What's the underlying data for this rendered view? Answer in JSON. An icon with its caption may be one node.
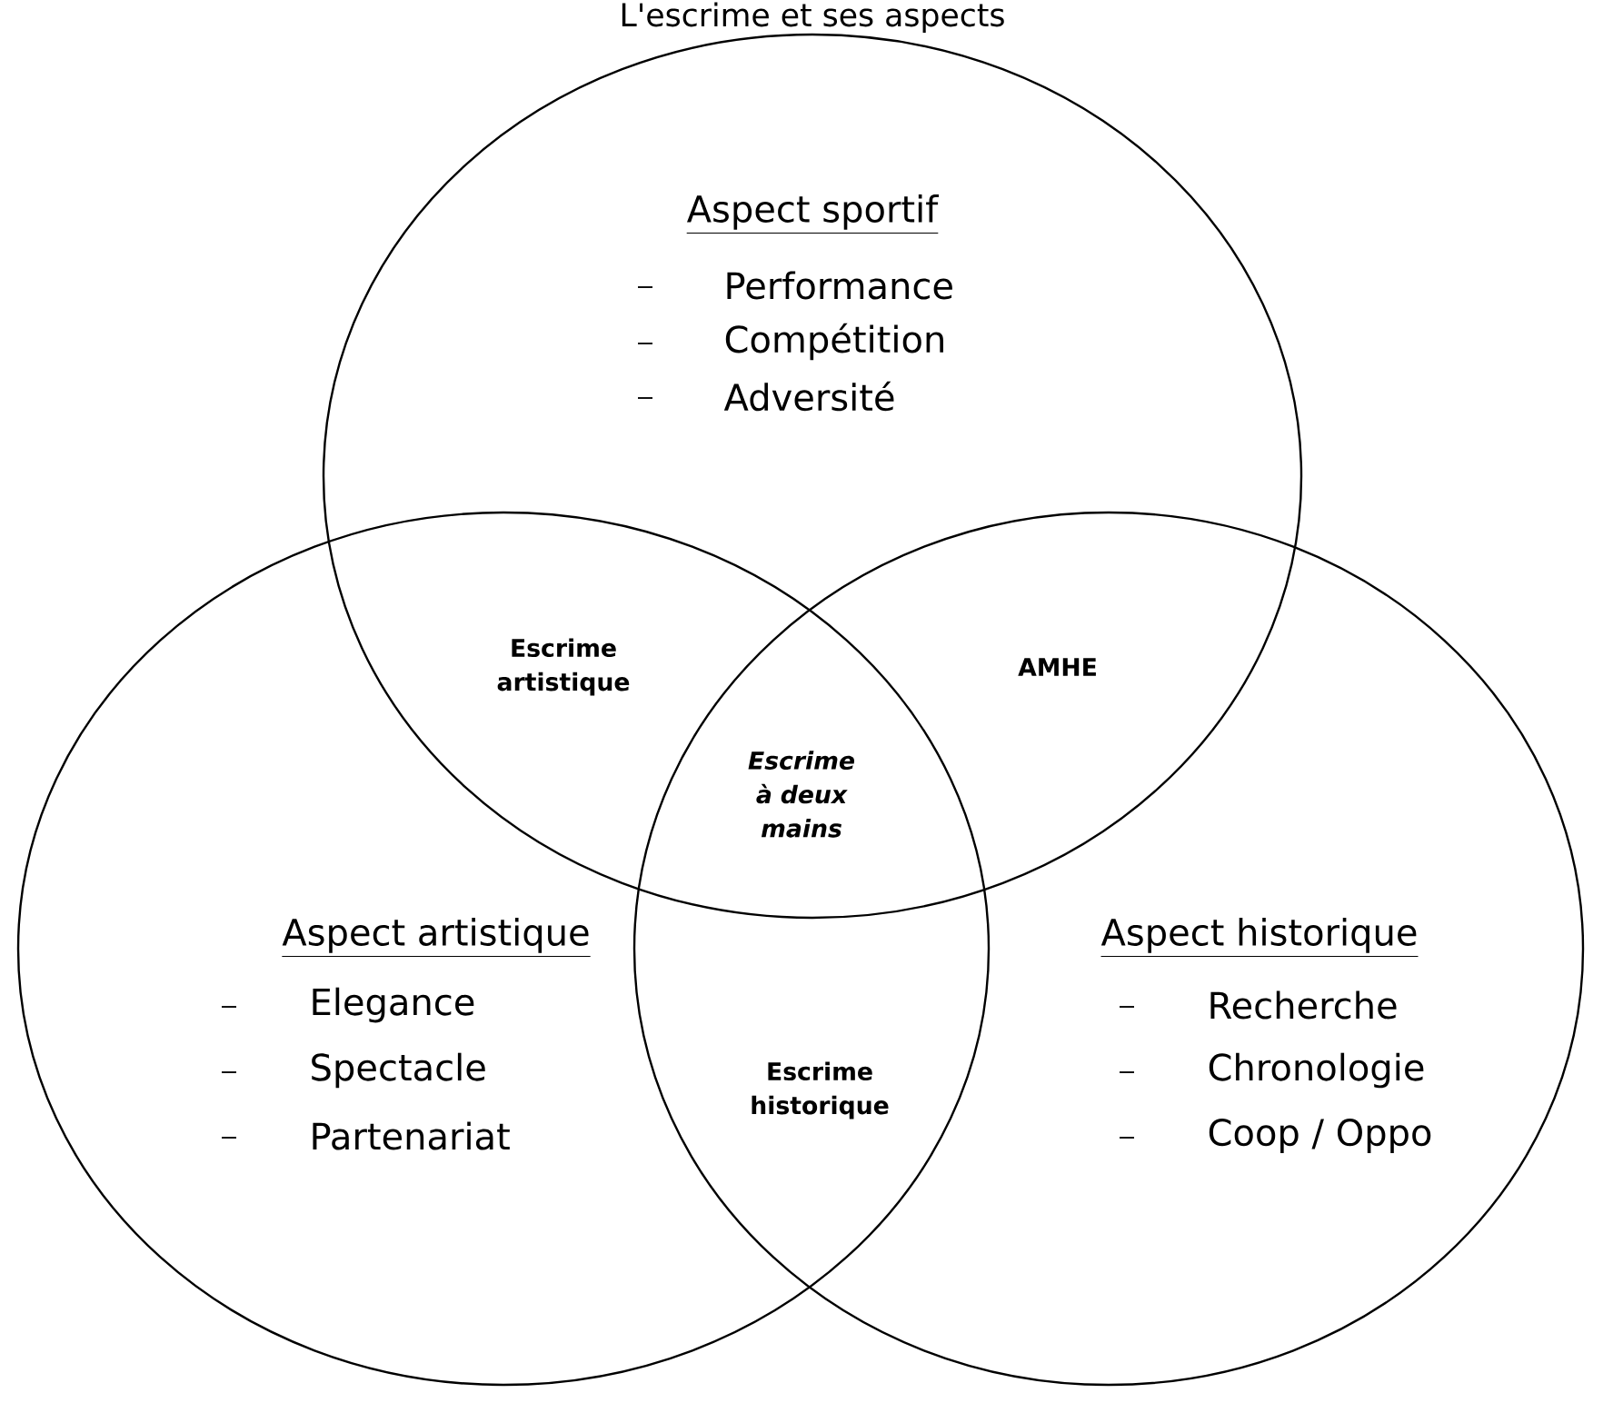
{
  "diagram": {
    "title": "L'escrime et ses aspects",
    "nodes": [
      {
        "text": [
          "Aspect sportif",
          "Performance",
          "Compétition",
          "Adversité"
        ]
      },
      {
        "text": [
          "Aspect artistique",
          "Elegance",
          "Spectacle",
          "Partenariat"
        ]
      },
      {
        "text": [
          "Aspect historique",
          "Recherche",
          "Chronologie",
          "Coop / Oppo"
        ]
      }
    ],
    "labels": [
      "Escrime artistique",
      "AMHE",
      "Escrime à deux mains",
      "Escrime historique"
    ]
  }
}
